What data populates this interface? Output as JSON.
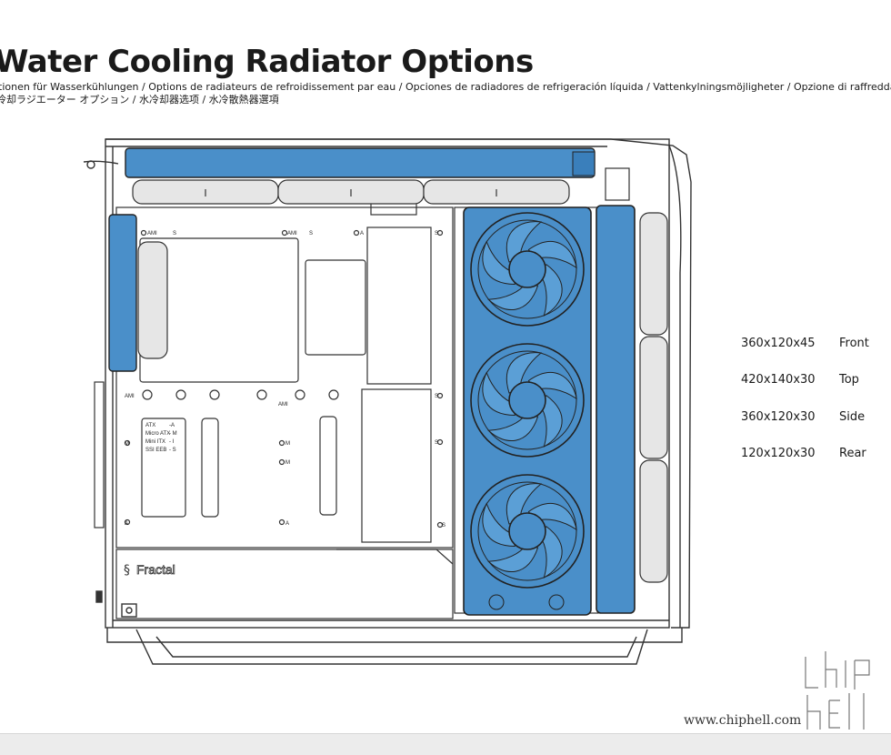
{
  "header": {
    "title": "Water Cooling Radiator Options",
    "subtitle_line1": "tionen für Wasserkühlungen / Options de radiateurs de refroidissement par eau / Opciones de radiadores de refrigeración líquida / Vattenkylningsmöjligheter / Opzione di raffreddamen",
    "subtitle_line2": "冷却ラジエーター オプション / 水冷却器选项 / 水冷散熱器選項"
  },
  "specs": [
    {
      "size": "360x120x45",
      "position": "Front"
    },
    {
      "size": "420x140x30",
      "position": "Top"
    },
    {
      "size": "360x120x30",
      "position": "Side"
    },
    {
      "size": "120x120x30",
      "position": "Rear"
    }
  ],
  "diagram": {
    "mount_labels": [
      "AMI",
      "S",
      "AMI",
      "S",
      "A",
      "S",
      "AMI",
      "AMI",
      "S",
      "M",
      "M",
      "M",
      "S",
      "A",
      "A",
      "S"
    ],
    "form_factors": [
      "ATX",
      "-A",
      "Micro ATX",
      "- M",
      "Mini ITX",
      "- I",
      "SSI EEB",
      "- S"
    ],
    "brand": "Fractal"
  },
  "watermark": {
    "text": "www.chiphell.com",
    "logo": "chiphell-logo"
  },
  "colors": {
    "accent": "#4a8fc9",
    "accent_dark": "#2d6aa0",
    "line": "#333333"
  }
}
